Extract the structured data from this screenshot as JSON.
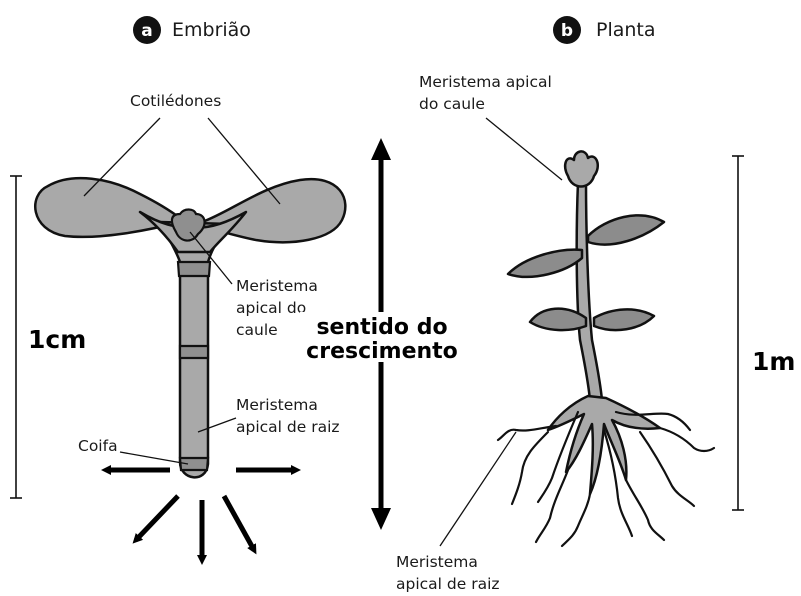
{
  "panel_a": {
    "badge": "a",
    "title": "Embrião",
    "labels": {
      "cotyledons": "Cotilédones",
      "shoot_meristem": [
        "Meristema",
        "apical do",
        "caule"
      ],
      "root_meristem": [
        "Meristema",
        "apical de raiz"
      ],
      "root_cap": "Coifa"
    },
    "scale": "1cm"
  },
  "growth_direction": [
    "sentido do",
    "crescimento"
  ],
  "panel_b": {
    "badge": "b",
    "title": "Planta",
    "labels": {
      "shoot_meristem": [
        "Meristema apical",
        "do caule"
      ],
      "root_meristem": [
        "Meristema",
        "apical de raiz"
      ]
    },
    "scale": "1m"
  },
  "colors": {
    "tissue": "#a9a9a9",
    "badge": "#111111",
    "outline": "#111111"
  }
}
